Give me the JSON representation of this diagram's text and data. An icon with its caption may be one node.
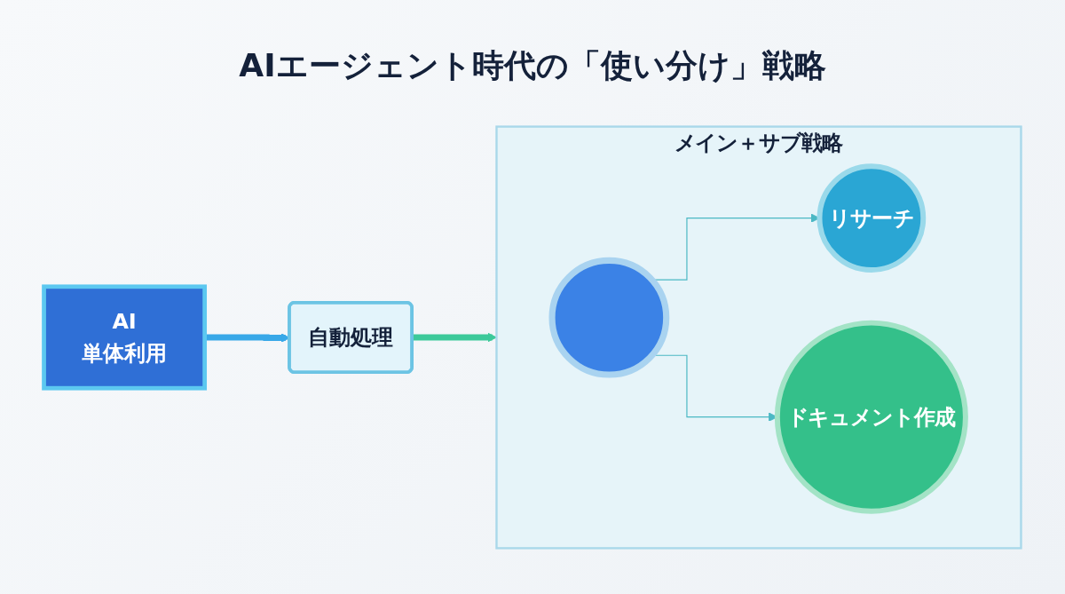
{
  "diagram": {
    "title": "AIエージェント時代の「使い分け」戦略",
    "nodes": [
      {
        "text": [
          "AI",
          "単体利用"
        ]
      },
      {
        "text": [
          "自動処理"
        ]
      },
      {
        "text": [
          "メイン＋サブ戦略"
        ]
      },
      {
        "text": [],
        "shape": "circle",
        "in": 2
      },
      {
        "text": [
          "リサーチ"
        ],
        "in": 2
      },
      {
        "text": [
          "ドキュメント作成"
        ],
        "in": 2
      }
    ],
    "edges": [
      {
        "from": 0,
        "to": 1,
        "arrow": "to",
        "style": "thick",
        "color": "#38a8e8"
      },
      {
        "from": 1,
        "to": 2,
        "arrow": "to",
        "style": "thick",
        "color": "#3cc99a"
      },
      {
        "from": 3,
        "to": 4,
        "arrow": "to"
      },
      {
        "from": 3,
        "to": 5,
        "arrow": "to"
      }
    ]
  }
}
